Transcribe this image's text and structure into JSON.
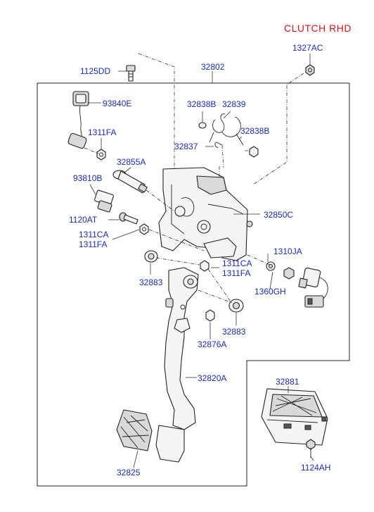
{
  "title": "CLUTCH  RHD",
  "labels": {
    "p1125DD": "1125DD",
    "p32802": "32802",
    "p1327AC": "1327AC",
    "p93840E": "93840E",
    "p1311FA_a": "1311FA",
    "p32838B_a": "32838B",
    "p32839": "32839",
    "p32838B_b": "32838B",
    "p32837": "32837",
    "p32855A": "32855A",
    "p93810B": "93810B",
    "p32850C": "32850C",
    "p1120AT": "1120AT",
    "p1311CA_a": "1311CA",
    "p1311FA_b": "1311FA",
    "p1310JA": "1310JA",
    "p1311CA_b": "1311CA",
    "p1311FA_c": "1311FA",
    "p32883_a": "32883",
    "p1360GH": "1360GH",
    "p32883_b": "32883",
    "p32876A": "32876A",
    "p32820A": "32820A",
    "p32881": "32881",
    "p32825": "32825",
    "p1124AH": "1124AH"
  }
}
